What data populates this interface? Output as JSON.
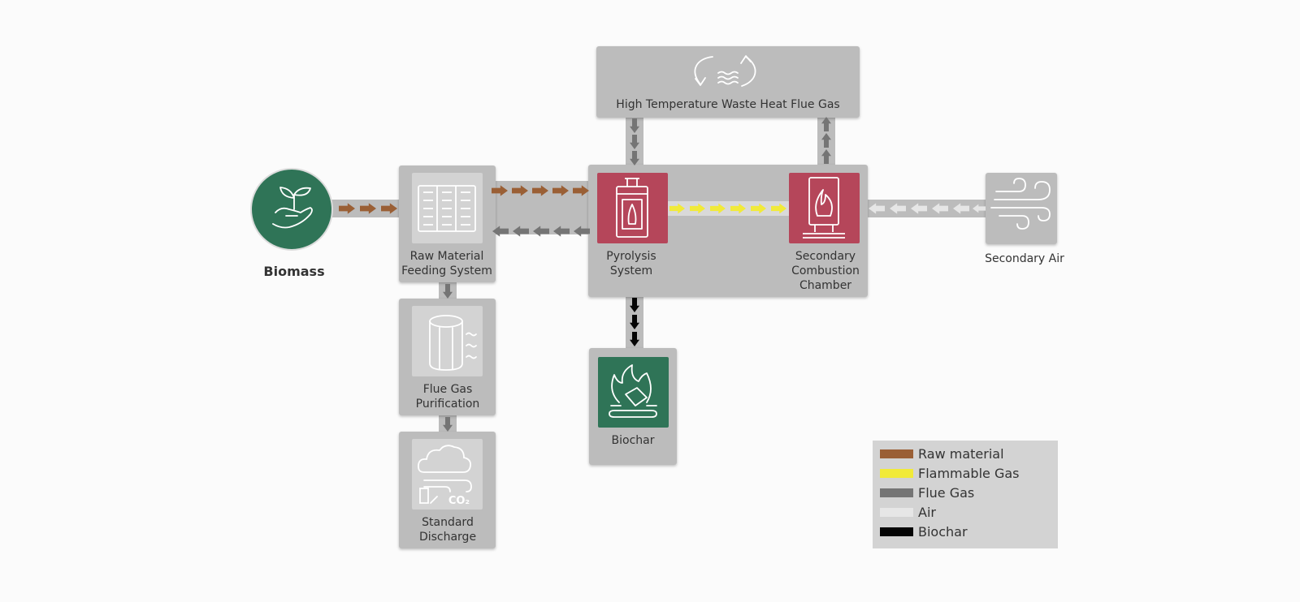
{
  "nodes": {
    "biomass": {
      "label": "Biomass"
    },
    "feeding": {
      "line1": "Raw Material",
      "line2": "Feeding System"
    },
    "purification": {
      "line1": "Flue Gas",
      "line2": "Purification"
    },
    "discharge": {
      "line1": "Standard",
      "line2": "Discharge"
    },
    "pyrolysis": {
      "line1": "Pyrolysis",
      "line2": "System"
    },
    "combustion": {
      "line1": "Secondary",
      "line2": "Combustion",
      "line3": "Chamber"
    },
    "waste_heat": {
      "label": "High Temperature Waste Heat Flue Gas"
    },
    "secondary_air": {
      "label": "Secondary Air"
    },
    "biochar": {
      "label": "Biochar"
    }
  },
  "legend": [
    {
      "label": "Raw material",
      "color": "#9a5f35"
    },
    {
      "label": "Flammable Gas",
      "color": "#f1ea39"
    },
    {
      "label": "Flue Gas",
      "color": "#757575"
    },
    {
      "label": "Air",
      "color": "#e6e6e6"
    },
    {
      "label": "Biochar",
      "color": "#050505"
    }
  ],
  "colors": {
    "green": "#2f7457",
    "red": "#b5465a",
    "panel": "#bcbcbc",
    "inner_panel": "#d3d3d3",
    "raw_material": "#9a5f35",
    "flammable_gas": "#f1ea39",
    "flue_gas": "#757575",
    "air": "#e6e6e6",
    "biochar": "#050505"
  },
  "icons": {
    "biomass": "hand-sprout-icon",
    "feeding": "feeder-icon",
    "purification": "filter-cylinder-icon",
    "discharge": "cloud-co2-icon",
    "pyrolysis": "furnace-icon",
    "combustion": "flame-chamber-icon",
    "waste_heat": "recycle-heat-icon",
    "secondary_air": "wind-icon",
    "biochar": "fire-coal-icon"
  },
  "co2_text": "CO₂"
}
